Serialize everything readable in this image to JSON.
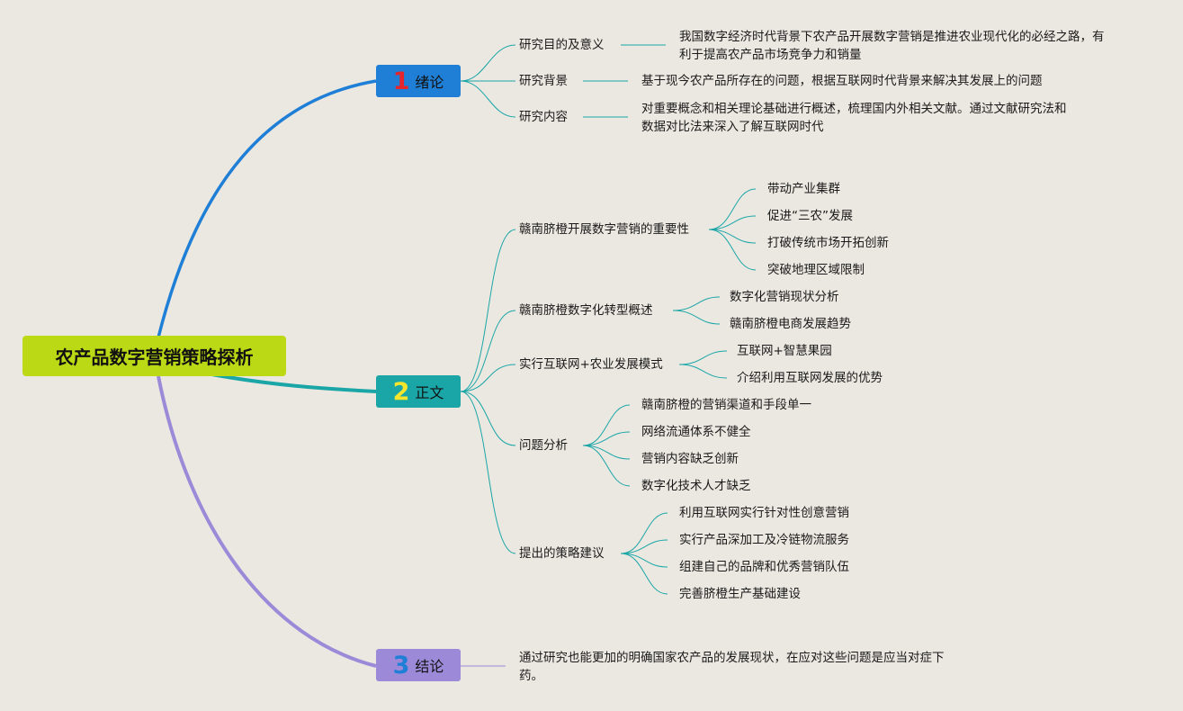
{
  "root": {
    "title": "农产品数字营销策略探析"
  },
  "topics": [
    {
      "num": "1",
      "label": "绪论"
    },
    {
      "num": "2",
      "label": "正文"
    },
    {
      "num": "3",
      "label": "结论"
    }
  ],
  "intro": {
    "items": [
      {
        "label": "研究目的及意义",
        "detail": [
          "我国数字经济时代背景下农产品开展数字营销是推进农业现代化的必经之路，有",
          "利于提高农产品市场竞争力和销量"
        ]
      },
      {
        "label": "研究背景",
        "detail": [
          "基于现今农产品所存在的问题，根据互联网时代背景来解决其发展上的问题"
        ]
      },
      {
        "label": "研究内容",
        "detail": [
          "对重要概念和相关理论基础进行概述，梳理国内外相关文献。通过文献研究法和",
          "数据对比法来深入了解互联网时代"
        ]
      }
    ]
  },
  "body": {
    "sections": [
      {
        "label": "赣南脐橙开展数字营销的重要性",
        "children": [
          "带动产业集群",
          "促进“三农”发展",
          "打破传统市场开拓创新",
          "突破地理区域限制"
        ]
      },
      {
        "label": "赣南脐橙数字化转型概述",
        "children": [
          "数字化营销现状分析",
          "赣南脐橙电商发展趋势"
        ]
      },
      {
        "label": "实行互联网+农业发展模式",
        "children": [
          "互联网+智慧果园",
          "介绍利用互联网发展的优势"
        ]
      },
      {
        "label": "问题分析",
        "children": [
          "赣南脐橙的营销渠道和手段单一",
          "网络流通体系不健全",
          "营销内容缺乏创新",
          "数字化技术人才缺乏"
        ]
      },
      {
        "label": "提出的策略建议",
        "children": [
          "利用互联网实行针对性创意营销",
          "实行产品深加工及冷链物流服务",
          "组建自己的品牌和优秀营销队伍",
          "完善脐橙生产基础建设"
        ]
      }
    ]
  },
  "conclusion": {
    "detail": [
      "通过研究也能更加的明确国家农产品的发展现状，在应对这些问题是应当对症下",
      "药。"
    ]
  },
  "colors": {
    "background": "#ebe8e1",
    "root": "#bcd915",
    "topic1": "#1f7fd6",
    "topic2": "#1aa6a7",
    "topic3": "#9c8ad9",
    "branch1": "#1f7fd6",
    "branch2": "#1aa6a7",
    "branch3": "#9c8ad9",
    "num1": "#e4262c",
    "num2": "#f5e62b",
    "num3": "#1f7fd6"
  }
}
